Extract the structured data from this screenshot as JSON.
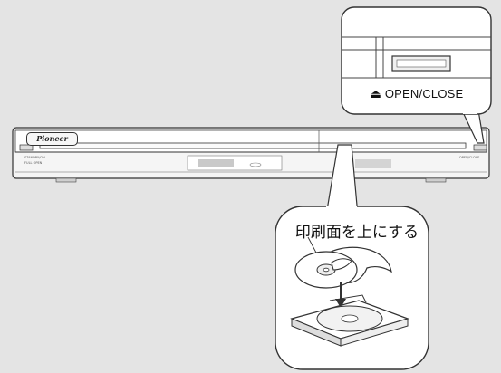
{
  "brand": "Pioneer",
  "zoom_label": "OPEN/CLOSE",
  "eject_symbol": "⏏",
  "caption": "印刷面を上にする",
  "panel_left_labels": [
    "STANDBY/ON",
    "FULL OPEN"
  ],
  "panel_right_label": "OPEN/CLOSE",
  "colors": {
    "background": "#e4e4e4",
    "device": "#f5f5f5",
    "line": "#333333"
  }
}
